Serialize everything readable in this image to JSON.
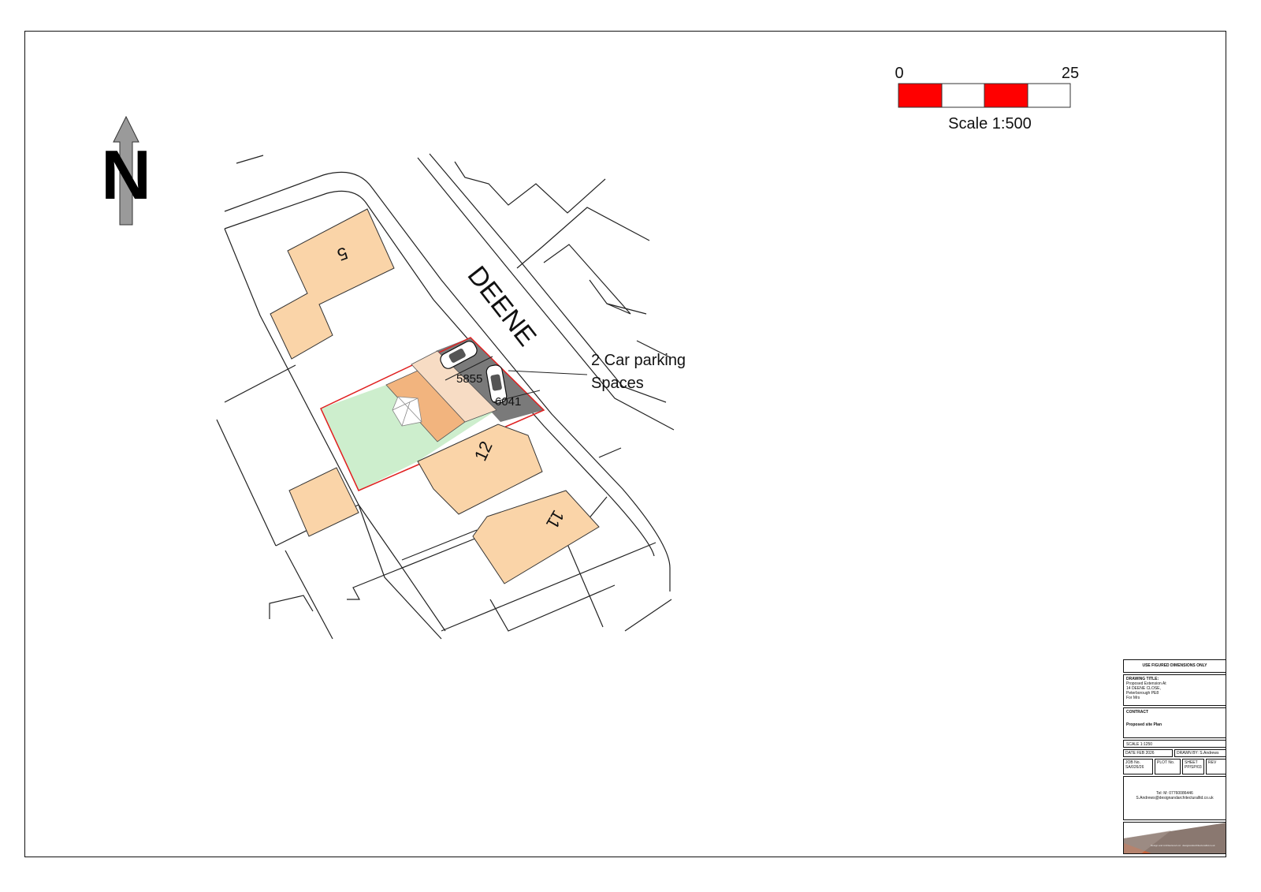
{
  "north_arrow": {
    "letter": "N"
  },
  "scale_bar": {
    "start_label": "0",
    "end_label": "25",
    "caption": "Scale 1:500",
    "colors": {
      "fill": "#ff0000",
      "blank": "#ffffff"
    }
  },
  "map": {
    "street_name": "DEENE",
    "house_numbers": [
      "5",
      "12",
      "11"
    ],
    "dimension_labels": [
      "5855",
      "6041"
    ],
    "annotation": {
      "line1": "2 Car parking",
      "line2": "Spaces"
    },
    "colors": {
      "building": "#fad4a8",
      "extension": "#f2b47e",
      "extension_light": "#f7dcc4",
      "garden": "#cdeecd",
      "parking": "#7a7a7a",
      "boundary": "#e02020"
    }
  },
  "title_block": {
    "notice": "USE FIGURED DIMENSIONS ONLY",
    "drawing_title_label": "DRAWING TITLE:",
    "drawing_title_lines": [
      "Proposed Extension At",
      "14 DEENE CLOSE,",
      "Peterborough PE8",
      "For Mrs"
    ],
    "contract_label": "CONTRACT",
    "contract_value": "Proposed site Plan",
    "scale": "SCALE 1:1250",
    "date": "DATE FEB 2026",
    "drawn_by": "DRAWN BY: S.Andrews",
    "job_no_label": "JOB No.",
    "job_no": "SA/026/26",
    "plot_no_label": "PLOT No.",
    "sheet_label": "SHEET",
    "sheet_value": "PP/SP/03",
    "rev_label": "REV",
    "tel": "Tel: M: 07760086446",
    "email": "S.Andrews@designandarchitecturalltd.co.uk",
    "logo_text": "Design and Architectural Ltd · designandarchitecturalltd.co.uk"
  }
}
